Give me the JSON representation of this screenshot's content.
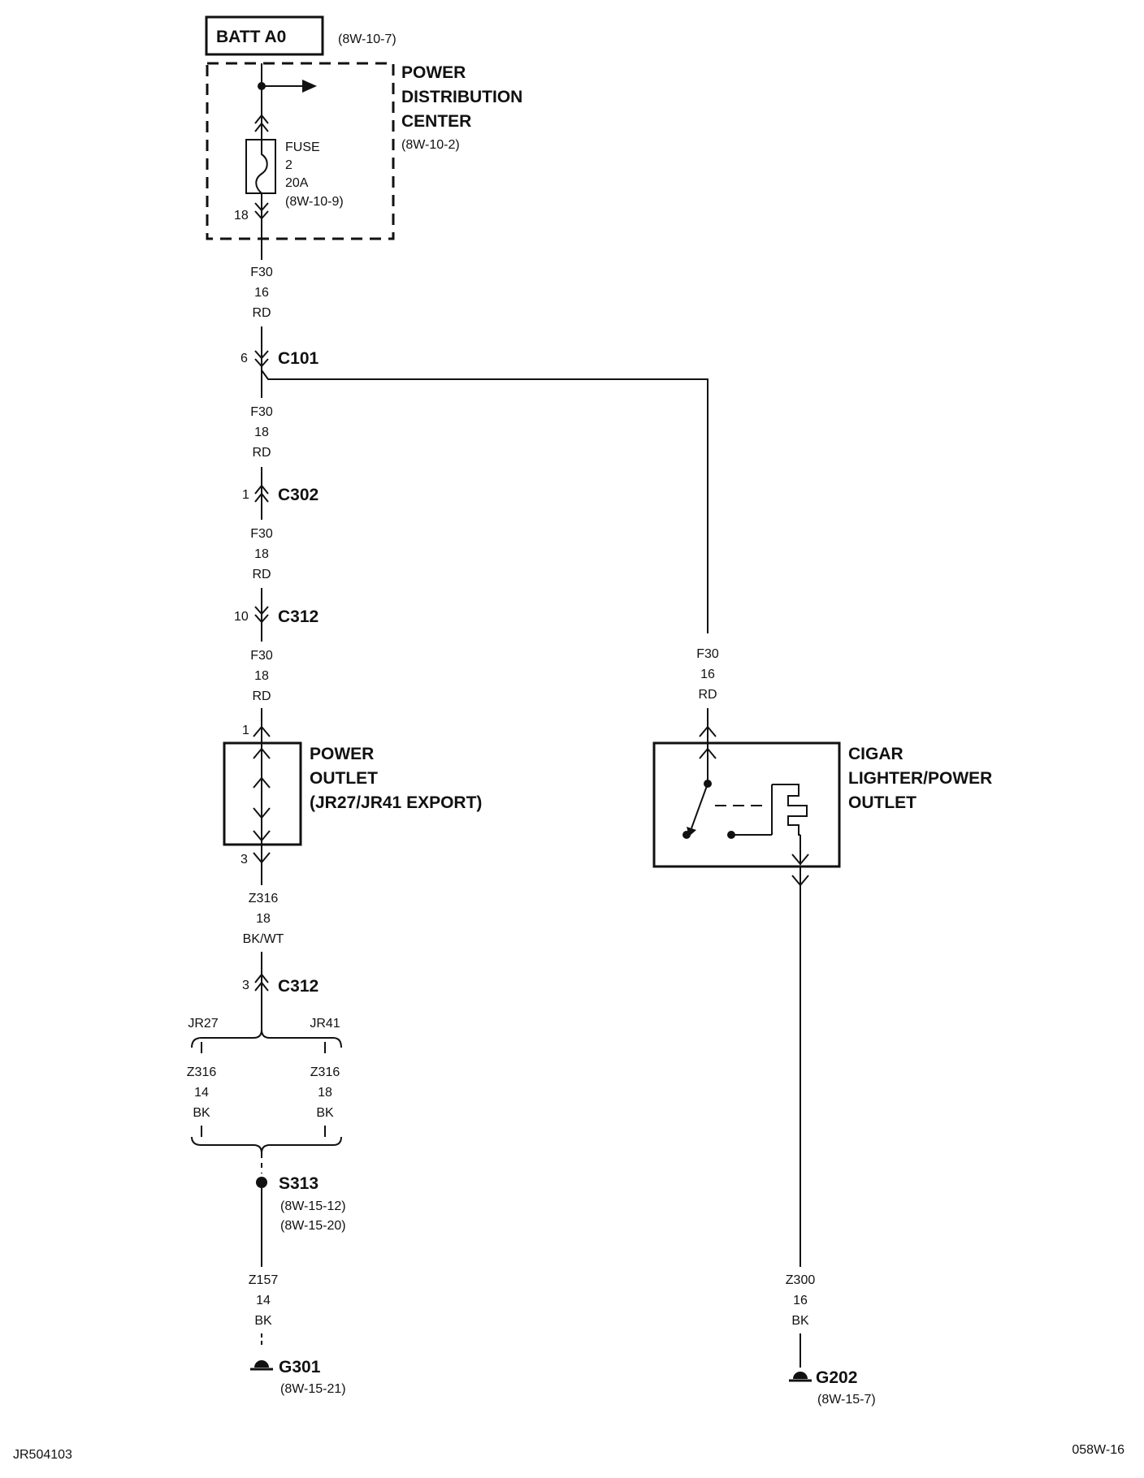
{
  "batt": {
    "label": "BATT A0",
    "ref": "(8W-10-7)"
  },
  "pdc": {
    "line1": "POWER",
    "line2": "DISTRIBUTION",
    "line3": "CENTER",
    "ref": "(8W-10-2)"
  },
  "fuse": {
    "l1": "FUSE",
    "l2": "2",
    "l3": "20A",
    "ref": "(8W-10-9)",
    "pin": "18"
  },
  "w1": {
    "circuit": "F30",
    "gauge": "16",
    "color": "RD"
  },
  "c101": {
    "pin": "6",
    "name": "C101"
  },
  "w2": {
    "circuit": "F30",
    "gauge": "18",
    "color": "RD"
  },
  "c302": {
    "pin": "1",
    "name": "C302"
  },
  "w3": {
    "circuit": "F30",
    "gauge": "18",
    "color": "RD"
  },
  "c312a": {
    "pin": "10",
    "name": "C312"
  },
  "w4": {
    "circuit": "F30",
    "gauge": "18",
    "color": "RD"
  },
  "outlet": {
    "pin_in": "1",
    "pin_out": "3",
    "line1": "POWER",
    "line2": "OUTLET",
    "line3": "(JR27/JR41 EXPORT)"
  },
  "w5": {
    "circuit": "Z316",
    "gauge": "18",
    "color": "BK/WT"
  },
  "c312b": {
    "pin": "3",
    "name": "C312"
  },
  "opt_left": {
    "tag": "JR27",
    "circuit": "Z316",
    "gauge": "14",
    "color": "BK"
  },
  "opt_right": {
    "tag": "JR41",
    "circuit": "Z316",
    "gauge": "18",
    "color": "BK"
  },
  "s313": {
    "name": "S313",
    "ref1": "(8W-15-12)",
    "ref2": "(8W-15-20)"
  },
  "w6": {
    "circuit": "Z157",
    "gauge": "14",
    "color": "BK"
  },
  "g301": {
    "name": "G301",
    "ref": "(8W-15-21)"
  },
  "w7": {
    "circuit": "F30",
    "gauge": "16",
    "color": "RD"
  },
  "cigar": {
    "line1": "CIGAR",
    "line2": "LIGHTER/POWER",
    "line3": "OUTLET"
  },
  "w8": {
    "circuit": "Z300",
    "gauge": "16",
    "color": "BK"
  },
  "g202": {
    "name": "G202",
    "ref": "(8W-15-7)"
  },
  "footer": {
    "left": "JR504103",
    "right": "058W-16"
  }
}
